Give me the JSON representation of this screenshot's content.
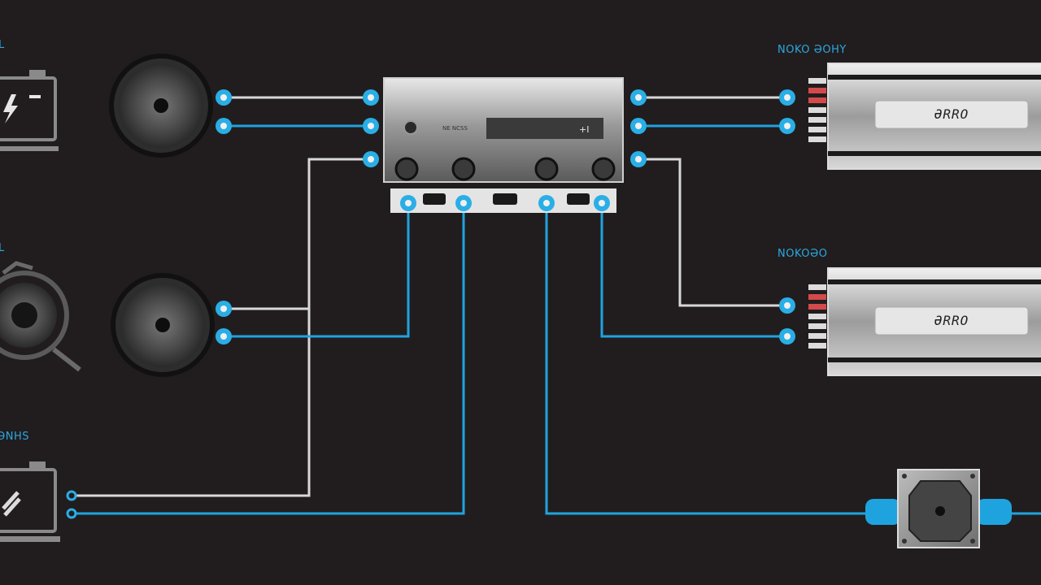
{
  "labels": {
    "left_top": "L",
    "left_mid": "L",
    "left_bottom": "ƏNHS",
    "right_top": "NOKO ƏOHY",
    "right_mid": "NOKOƏO"
  },
  "head_unit": {
    "display_text": "NE NCSS",
    "slider_mark": "+I"
  },
  "amplifiers": [
    {
      "badge": "ƏRRO"
    },
    {
      "badge": "ƏRRO"
    }
  ],
  "colors": {
    "background": "#211d1e",
    "wire_blue": "#1fa3de",
    "wire_white": "#d8d8d8",
    "terminal_blue": "#2aaee6"
  },
  "icons": {
    "battery_top": "battery-charge-icon",
    "battery_bottom": "battery-icon",
    "speaker": "speaker-icon",
    "subwoofer": "subwoofer-icon"
  }
}
